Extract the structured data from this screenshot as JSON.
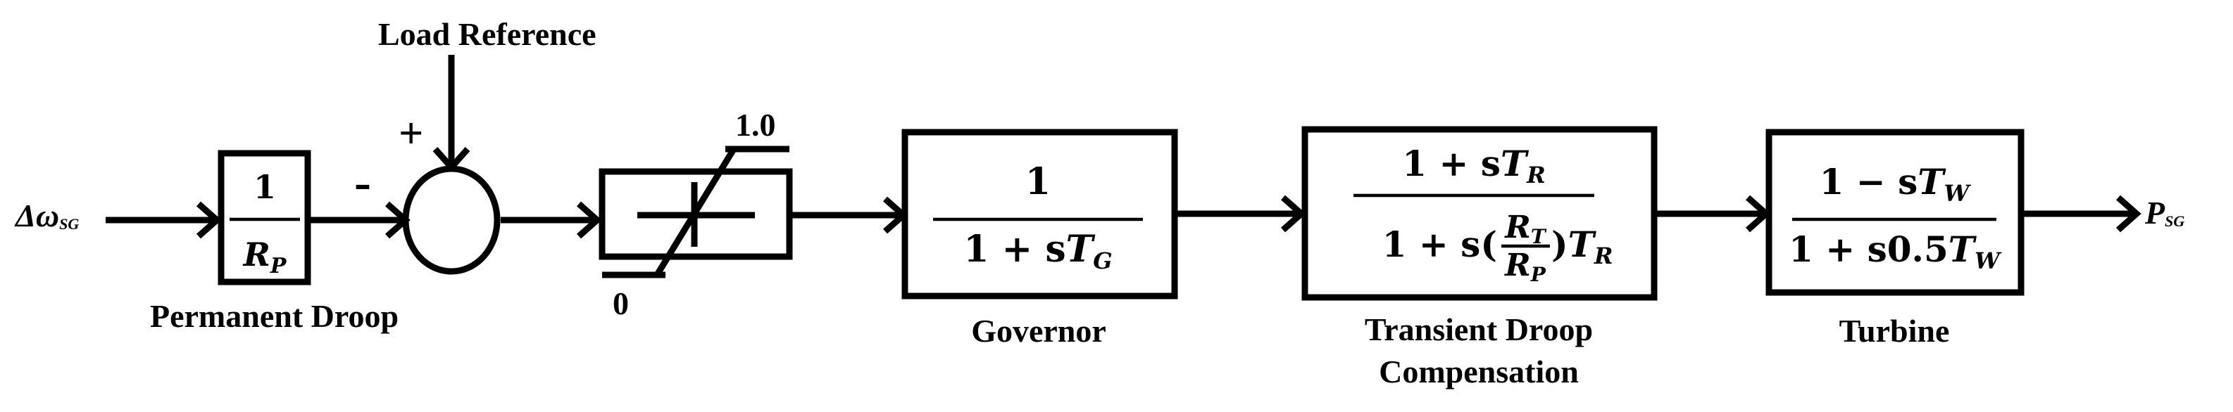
{
  "signals": {
    "input": {
      "symbol": "Δω",
      "subscript": "SG"
    },
    "output": {
      "symbol": "P",
      "subscript": "SG"
    }
  },
  "labels": {
    "load_reference": "Load Reference",
    "plus": "+",
    "minus": "-",
    "permanent_droop": "Permanent Droop",
    "governor": "Governor",
    "transient_droop_line1": "Transient Droop",
    "transient_droop_line2": "Compensation",
    "turbine": "Turbine"
  },
  "limiter": {
    "upper": "1.0",
    "lower": "0"
  },
  "blocks": {
    "droop": {
      "num": "1",
      "den_var": "R",
      "den_sub": "P"
    },
    "governor": {
      "num": "1",
      "den_prefix": "1 + s",
      "den_var": "T",
      "den_sub": "G"
    },
    "transient": {
      "num_prefix": "1 + s",
      "num_var": "T",
      "num_sub": "R",
      "den_prefix": "1 + s(",
      "inner_num_var": "R",
      "inner_num_sub": "T",
      "inner_den_var": "R",
      "inner_den_sub": "P",
      "den_mid": ")",
      "den_var": "T",
      "den_sub": "R"
    },
    "turbine": {
      "num_prefix": "1 − s",
      "num_var": "T",
      "num_sub": "W",
      "den_prefix": "1 + s0.5",
      "den_var": "T",
      "den_sub": "W"
    }
  }
}
